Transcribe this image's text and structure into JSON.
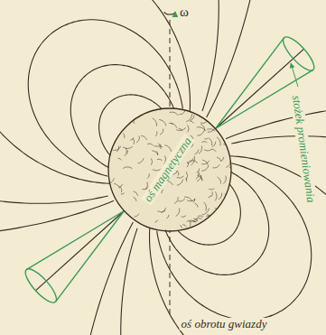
{
  "diagram": {
    "labels": [
      "ω",
      "oś magnetyczna",
      "stożek promieniowania",
      "oś obrotu gwiazdy"
    ]
  }
}
